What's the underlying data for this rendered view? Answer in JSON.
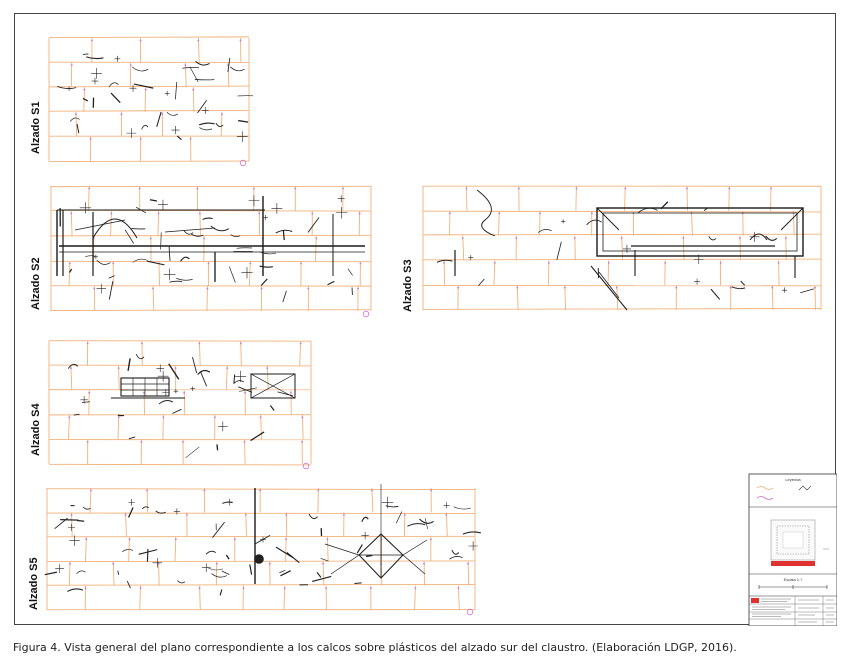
{
  "figure": {
    "caption": "Figura 4. Vista general del plano correspondiente a los calcos sobre plásticos del alzado sur del claustro. (Elaboración LDGP, 2016)."
  },
  "elevations": [
    {
      "id": "S1",
      "label": "Alzado S1"
    },
    {
      "id": "S2",
      "label": "Alzado S2"
    },
    {
      "id": "S3",
      "label": "Alzado S3"
    },
    {
      "id": "S4",
      "label": "Alzado S4"
    },
    {
      "id": "S5",
      "label": "Alzado S5"
    }
  ],
  "title_block": {
    "legend_heading": "Leyenda",
    "legend_items": [
      "",
      "",
      ""
    ],
    "key_plan_title": "",
    "scale_label": "Escala 1:?",
    "colors": {
      "mortar_joint": "#f2b27a",
      "engraving_line": "#222222",
      "marker": "#d070d0",
      "key_plan_red": "#e03030"
    }
  }
}
